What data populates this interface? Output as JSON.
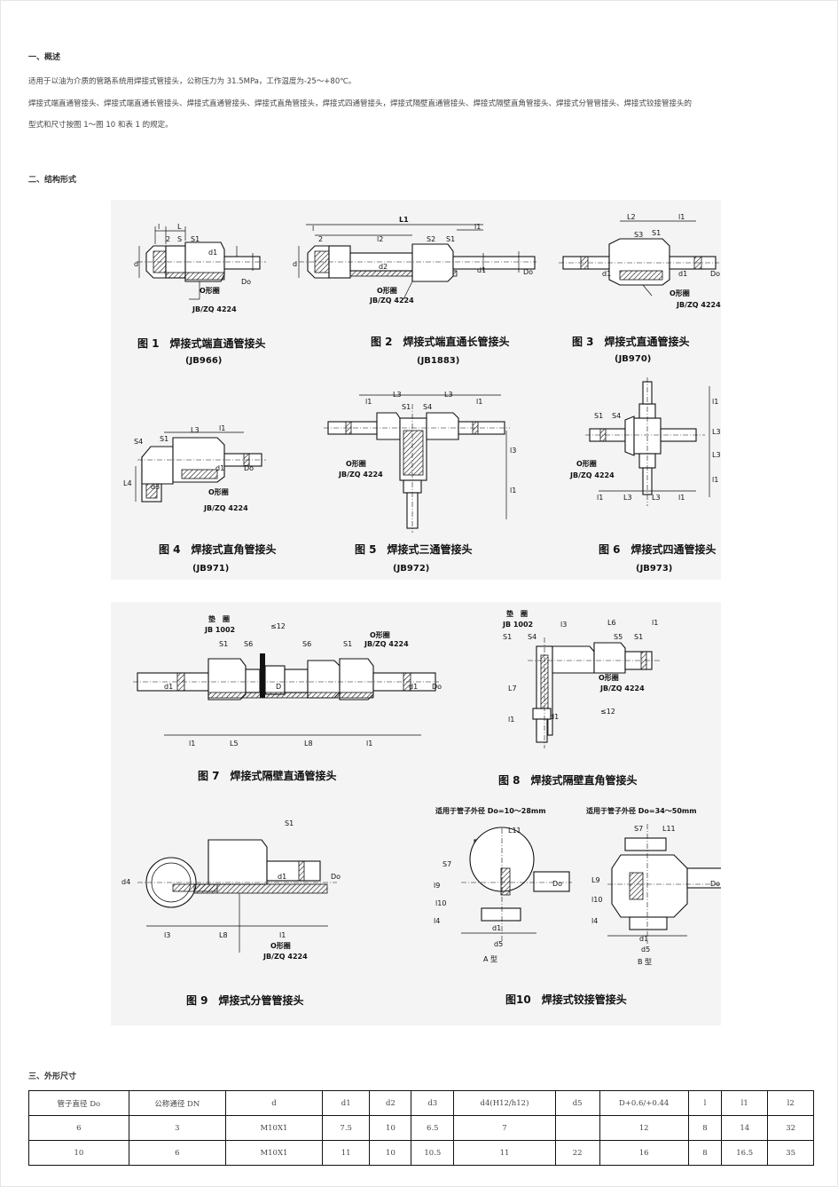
{
  "sections": {
    "overview_title": "一、概述",
    "overview_p1": "适用于以油为介质的管路系统用焊接式管接头，公称压力为 31.5MPa，工作温度为-25～+80℃。",
    "overview_p2a": "焊接式端直通管接头、焊接式端直通长管接头、焊接式直通管接头、焊接式直角管接头，焊接式四通管接头，焊接式隔壁直通管接头、焊接式隔壁直角管接头、焊接式分管管接头、焊接式铰接管接头的",
    "overview_p2b": "型式和尺寸按图 1～图 10 和表 1 的规定。",
    "structure_title": "二、结构形式",
    "dims_title": "三、外形尺寸"
  },
  "figures": {
    "fig1": {
      "caption": "图 1　焊接式端直通管接头",
      "std": "(JB966)"
    },
    "fig2": {
      "caption": "图 2　焊接式端直通长管接头",
      "std": "(JB1883)"
    },
    "fig3": {
      "caption": "图 3　焊接式直通管接头",
      "std": "(JB970)"
    },
    "fig4": {
      "caption": "图 4　焊接式直角管接头",
      "std": "(JB971)"
    },
    "fig5": {
      "caption": "图 5　焊接式三通管接头",
      "std": "(JB972)"
    },
    "fig6": {
      "caption": "图 6　焊接式四通管接头",
      "std": "(JB973)"
    },
    "fig7": {
      "caption": "图 7　焊接式隔壁直通管接头"
    },
    "fig8": {
      "caption": "图 8　焊接式隔壁直角管接头"
    },
    "fig9": {
      "caption": "图 9　焊接式分管管接头"
    },
    "fig10": {
      "caption": "图10　焊接式铰接管接头",
      "note_a": "适用于管子外径 Do=10～28mm",
      "note_b": "适用于管子外径 Do=34～50mm",
      "type_a": "A 型",
      "type_b": "B 型"
    },
    "labels": {
      "oring": "O形圈",
      "jbzq": "JB/ZQ 4224",
      "gasket": "垫　圈",
      "jb1002": "JB 1002",
      "le12": "≤12",
      "d": "d",
      "d1": "d1",
      "d2": "d2",
      "d3": "d3",
      "d4": "d4",
      "d5": "d5",
      "Do": "Do",
      "D": "D",
      "L": "L",
      "L1": "L1",
      "L2": "L2",
      "L3": "L3",
      "L5": "L5",
      "L6": "L6",
      "L7": "L7",
      "L8": "L8",
      "L9": "L9",
      "L10": "L10",
      "L11": "L11",
      "l": "l",
      "l1": "l1",
      "l2": "l2",
      "l3": "l3",
      "l4": "l4",
      "l9": "l9",
      "S": "S",
      "S1": "S1",
      "S2": "S2",
      "S3": "S3",
      "S4": "S4",
      "S5": "S5",
      "S6": "S6",
      "S7": "S7",
      "two": "2",
      "L4": "L4",
      "l10": "l10"
    }
  },
  "table": {
    "headers": [
      "管子直径 Do",
      "公称通径 DN",
      "d",
      "d1",
      "d2",
      "d3",
      "d4(H12/h12)",
      "d5",
      "D+0.6/+0.44",
      "l",
      "l1",
      "l2"
    ],
    "rows": [
      [
        "6",
        "3",
        "M10X1",
        "7.5",
        "10",
        "6.5",
        "7",
        "",
        "12",
        "8",
        "14",
        "32"
      ],
      [
        "10",
        "6",
        "M10X1",
        "11",
        "10",
        "10.5",
        "11",
        "22",
        "16",
        "8",
        "16.5",
        "35"
      ]
    ]
  }
}
